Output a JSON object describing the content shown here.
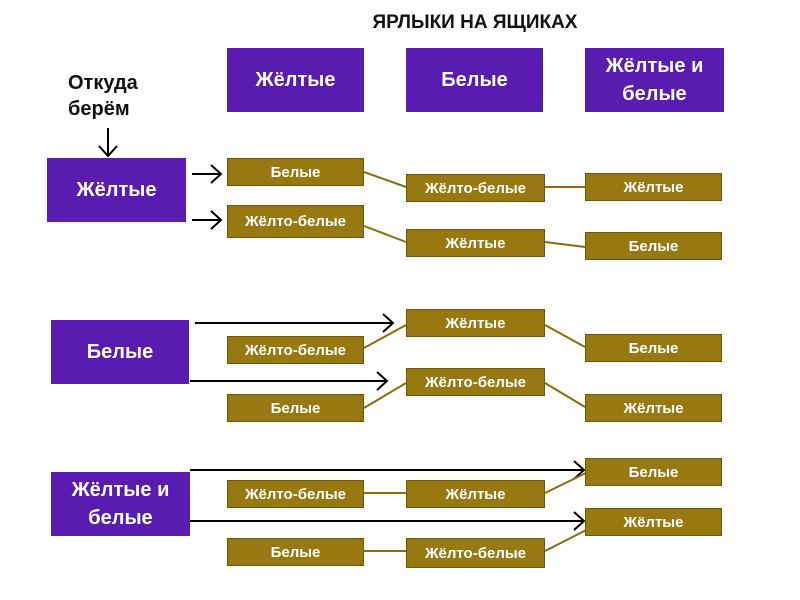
{
  "title": "ЯРЛЫКИ НА ЯЩИКАХ",
  "from_label": "Откуда берём",
  "columns": [
    "Жёлтые",
    "Белые",
    "Жёлтые и белые"
  ],
  "sources": [
    "Жёлтые",
    "Белые",
    "Жёлтые и белые"
  ],
  "groups": [
    {
      "row1": [
        "Белые",
        "Жёлто-белые",
        "Жёлтые"
      ],
      "row2": [
        "Жёлто-белые",
        "Жёлтые",
        "Белые"
      ]
    },
    {
      "row1": [
        "Жёлто-белые",
        "Жёлтые",
        "Белые"
      ],
      "row2": [
        "Белые",
        "Жёлто-белые",
        "Жёлтые"
      ]
    },
    {
      "row1": [
        "Жёлто-белые",
        "Жёлтые",
        "Белые"
      ],
      "row2": [
        "Белые",
        "Жёлто-белые",
        "Жёлтые"
      ]
    }
  ],
  "colors": {
    "purple": "#5a1bb0",
    "gold": "#977811",
    "line": "#8a6d0a",
    "arrow": "#000000"
  }
}
